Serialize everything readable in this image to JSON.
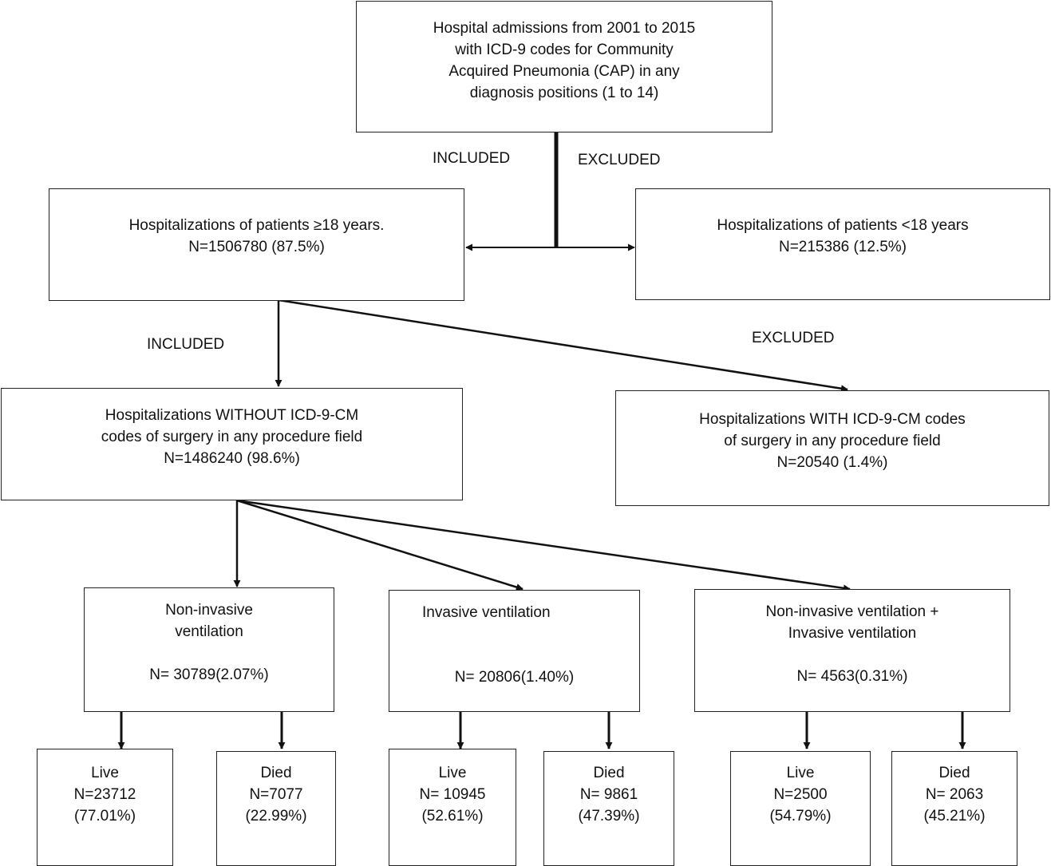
{
  "edge_labels": {
    "included_1": "INCLUDED",
    "excluded_1": "EXCLUDED",
    "included_2": "INCLUDED",
    "excluded_2": "EXCLUDED"
  },
  "nodes": {
    "admissions": {
      "lines": [
        "Hospital admissions from 2001 to 2015",
        "with ICD-9 codes for Community",
        "Acquired Pneumonia (CAP) in any",
        "diagnosis positions (1 to 14)"
      ]
    },
    "adults": {
      "lines": [
        "Hospitalizations of patients ≥18 years.",
        "N=1506780 (87.5%)"
      ]
    },
    "minors": {
      "lines": [
        "Hospitalizations of patients <18 years",
        "N=215386 (12.5%)"
      ]
    },
    "no_surgery": {
      "lines": [
        "Hospitalizations WITHOUT ICD-9-CM",
        "codes of surgery in any procedure field",
        "N=1486240 (98.6%)"
      ]
    },
    "surgery": {
      "lines": [
        "Hospitalizations WITH ICD-9-CM codes",
        "of surgery in any procedure field",
        "N=20540 (1.4%)"
      ]
    },
    "niv": {
      "title": [
        "Non-invasive",
        "ventilation"
      ],
      "count": "N= 30789(2.07%)"
    },
    "iv": {
      "title": [
        "Invasive ventilation"
      ],
      "count": "N= 20806(1.40%)"
    },
    "niv_iv": {
      "title": [
        "Non-invasive ventilation +",
        "Invasive ventilation"
      ],
      "count": "N= 4563(0.31%)"
    },
    "niv_live": {
      "lines": [
        "Live",
        "N=23712",
        "(77.01%)"
      ]
    },
    "niv_died": {
      "lines": [
        "Died",
        "N=7077",
        "(22.99%)"
      ]
    },
    "iv_live": {
      "lines": [
        "Live",
        "N= 10945",
        "(52.61%)"
      ]
    },
    "iv_died": {
      "lines": [
        "Died",
        "N= 9861",
        "(47.39%)"
      ]
    },
    "niv_iv_live": {
      "lines": [
        "Live",
        "N=2500",
        "(54.79%)"
      ]
    },
    "niv_iv_died": {
      "lines": [
        "Died",
        "N= 2063",
        "(45.21%)"
      ]
    }
  }
}
